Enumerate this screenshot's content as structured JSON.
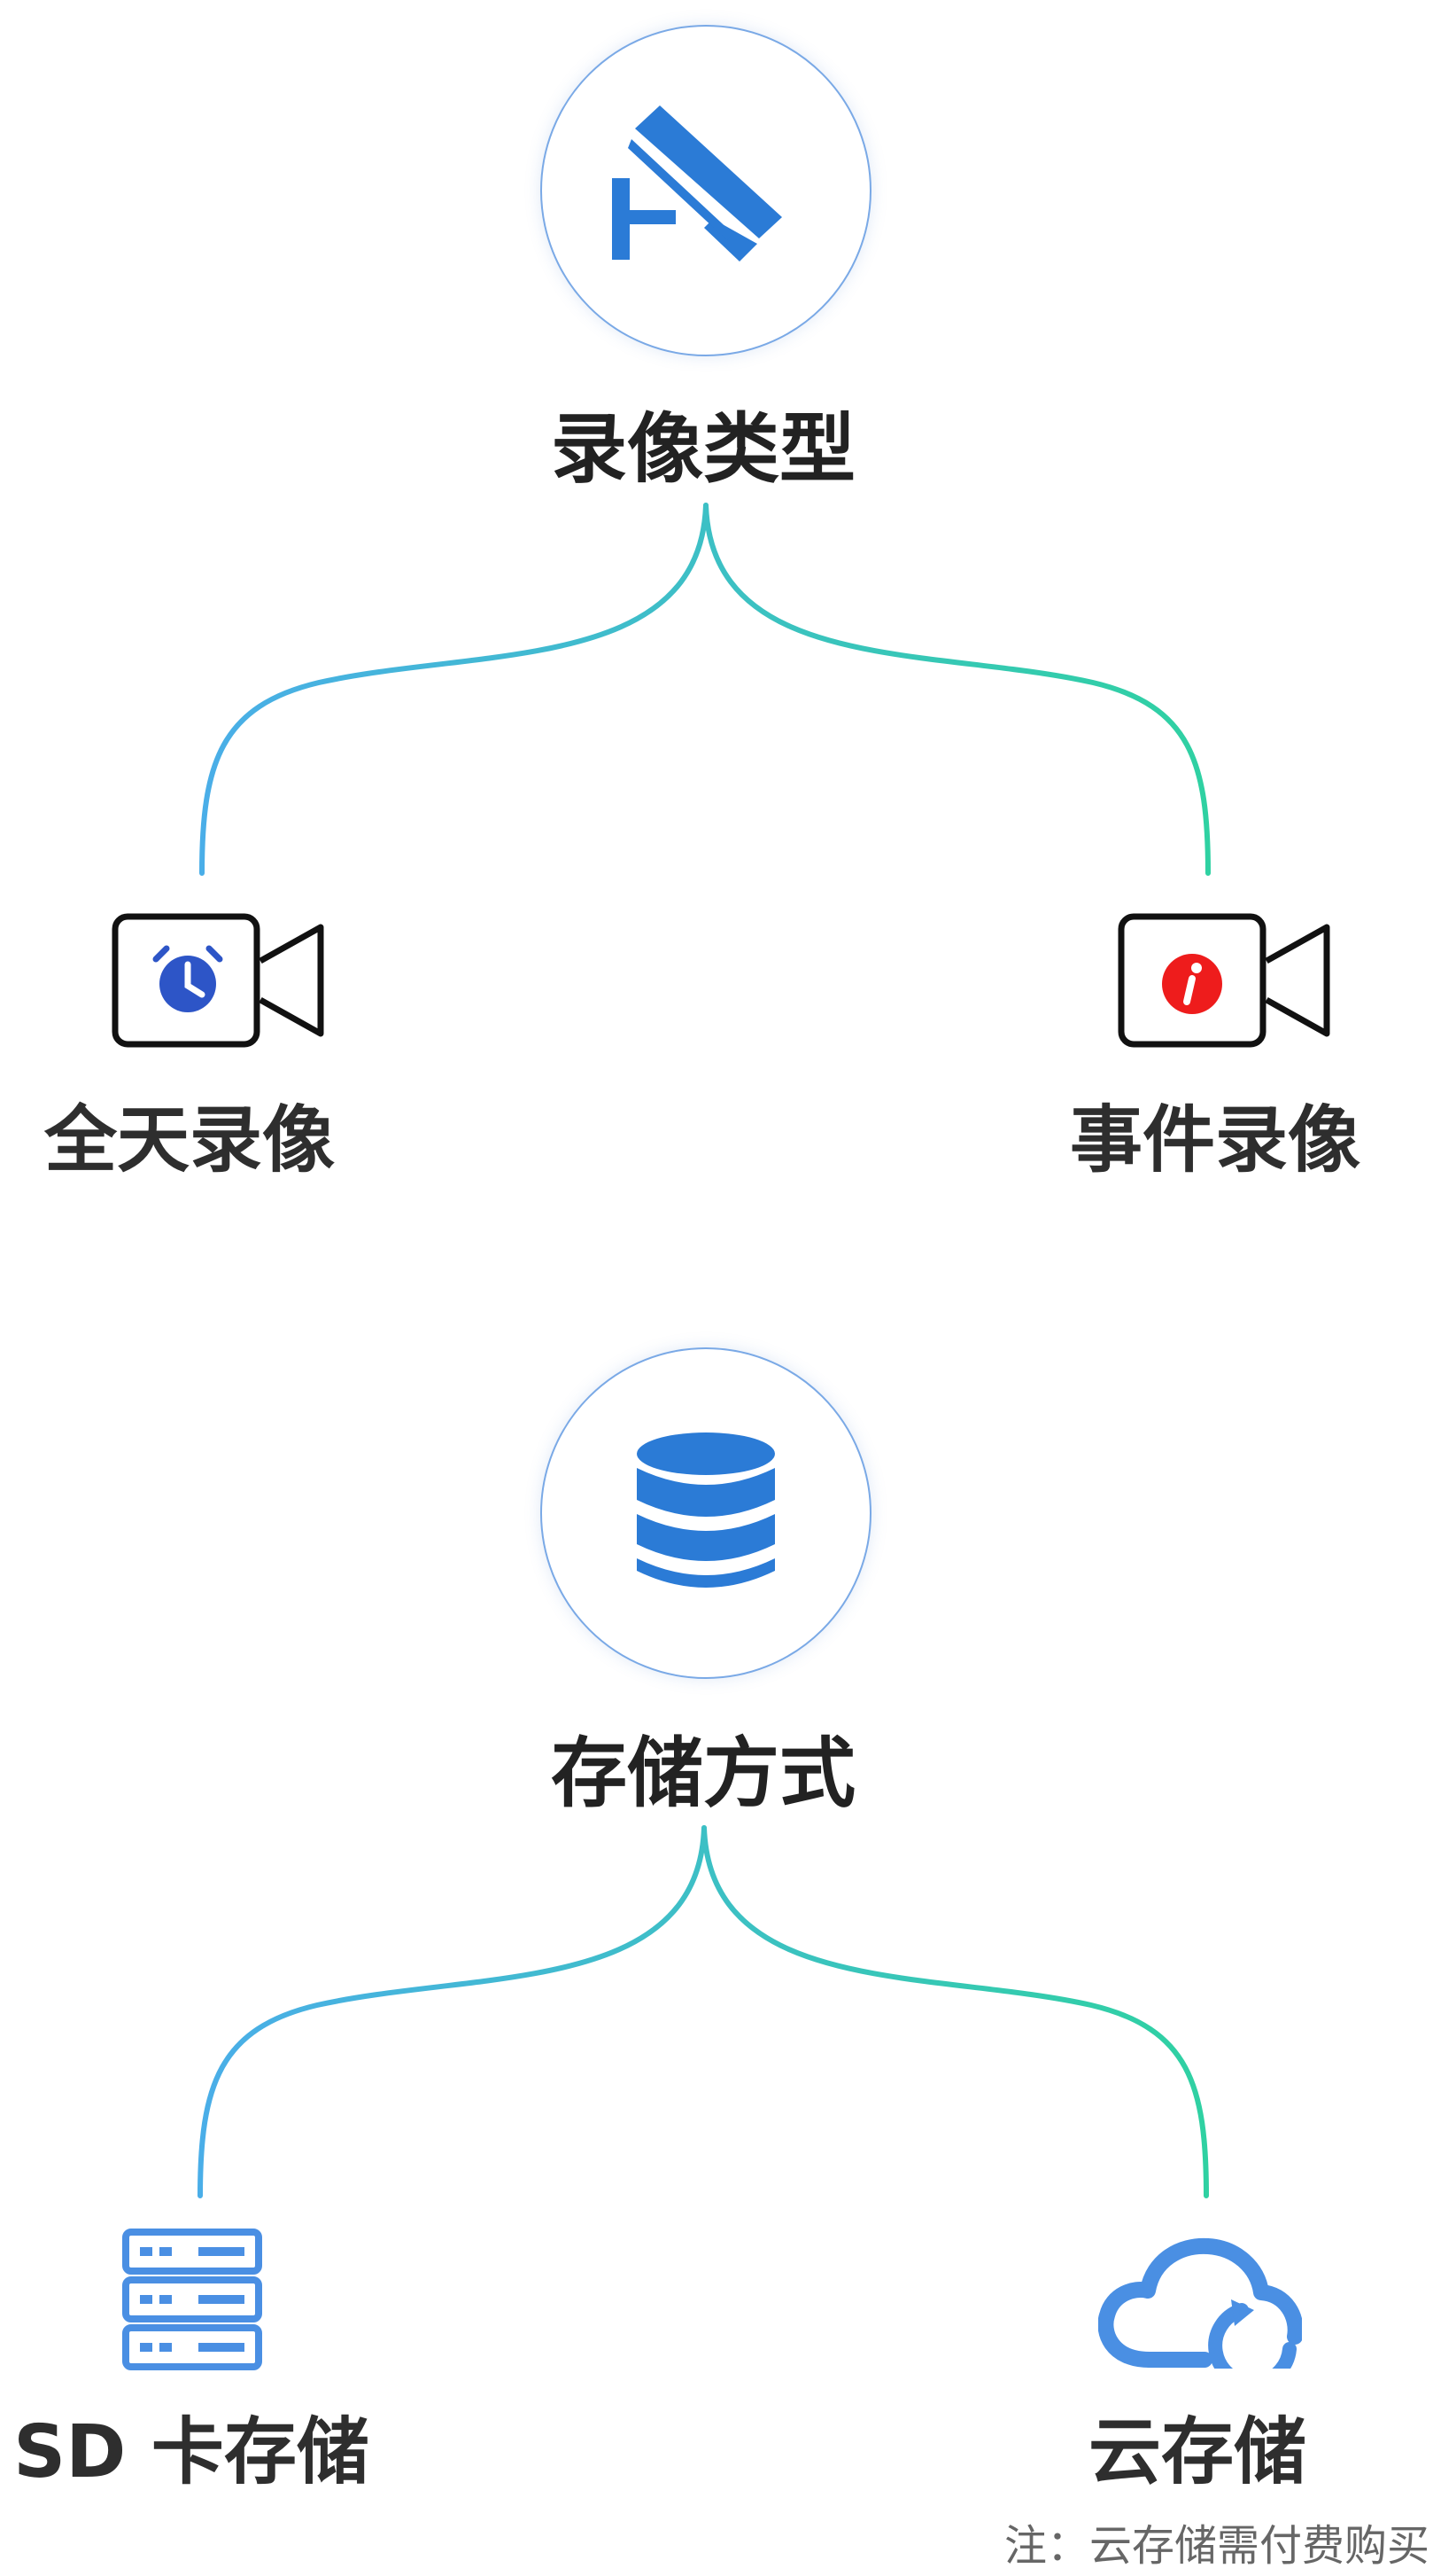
{
  "diagram": {
    "sections": [
      {
        "title": "录像类型",
        "icon": "surveillance-camera-icon",
        "children": [
          {
            "label": "全天录像",
            "icon": "scheduled-video-icon"
          },
          {
            "label": "事件录像",
            "icon": "event-video-icon"
          }
        ]
      },
      {
        "title": "存储方式",
        "icon": "database-icon",
        "children": [
          {
            "label": "SD 卡存储",
            "icon": "sd-storage-icon"
          },
          {
            "label": "云存储",
            "icon": "cloud-storage-icon"
          }
        ]
      }
    ],
    "note": "注：云存储需付费购买"
  },
  "colors": {
    "icon_blue": "#2b7bd6",
    "icon_blue_light": "#4a8fe3",
    "clock_blue": "#2d55c7",
    "event_red": "#ee1c1c",
    "curve_start": "#4aaee8",
    "curve_end": "#2fd1a2",
    "circle_border": "#7aa9e6"
  }
}
